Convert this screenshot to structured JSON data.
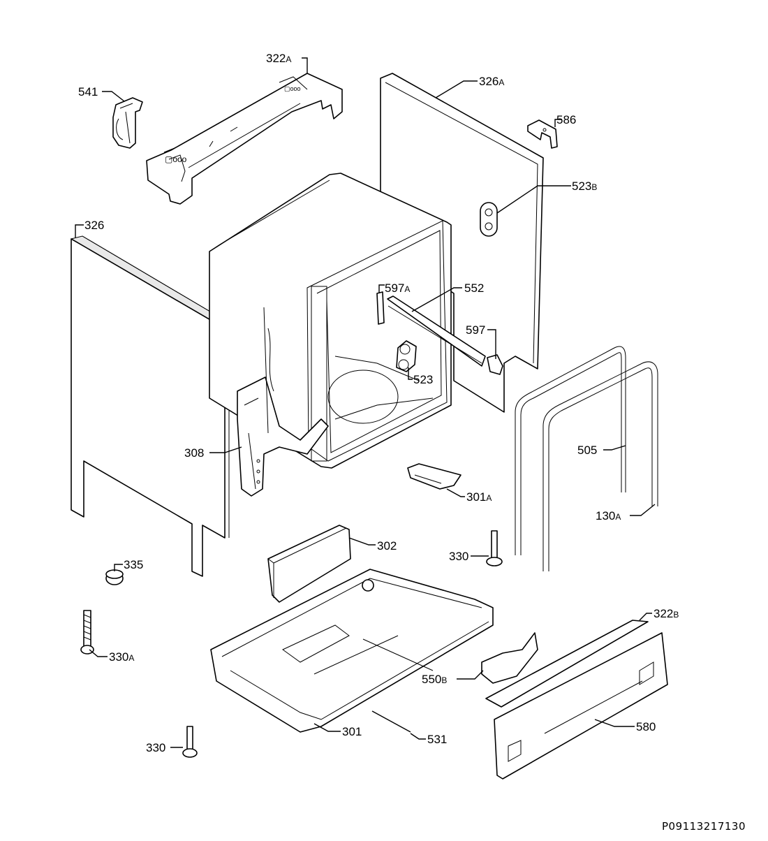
{
  "reference_code": "P09113217130",
  "callouts": [
    {
      "id": "541",
      "num": "541",
      "suffix": ""
    },
    {
      "id": "322a",
      "num": "322",
      "suffix": "A"
    },
    {
      "id": "326a",
      "num": "326",
      "suffix": "A"
    },
    {
      "id": "586",
      "num": "586",
      "suffix": ""
    },
    {
      "id": "523b",
      "num": "523",
      "suffix": "B"
    },
    {
      "id": "326",
      "num": "326",
      "suffix": ""
    },
    {
      "id": "597a",
      "num": "597",
      "suffix": "A"
    },
    {
      "id": "552",
      "num": "552",
      "suffix": ""
    },
    {
      "id": "597",
      "num": "597",
      "suffix": ""
    },
    {
      "id": "523",
      "num": "523",
      "suffix": ""
    },
    {
      "id": "308",
      "num": "308",
      "suffix": ""
    },
    {
      "id": "505",
      "num": "505",
      "suffix": ""
    },
    {
      "id": "301a",
      "num": "301",
      "suffix": "A"
    },
    {
      "id": "130a",
      "num": "130",
      "suffix": "A"
    },
    {
      "id": "302",
      "num": "302",
      "suffix": ""
    },
    {
      "id": "330-right",
      "num": "330",
      "suffix": ""
    },
    {
      "id": "335",
      "num": "335",
      "suffix": ""
    },
    {
      "id": "322b",
      "num": "322",
      "suffix": "B"
    },
    {
      "id": "330a",
      "num": "330",
      "suffix": "A"
    },
    {
      "id": "550b",
      "num": "550",
      "suffix": "B"
    },
    {
      "id": "301",
      "num": "301",
      "suffix": ""
    },
    {
      "id": "531",
      "num": "531",
      "suffix": ""
    },
    {
      "id": "580",
      "num": "580",
      "suffix": ""
    },
    {
      "id": "330-bottom",
      "num": "330",
      "suffix": ""
    }
  ]
}
